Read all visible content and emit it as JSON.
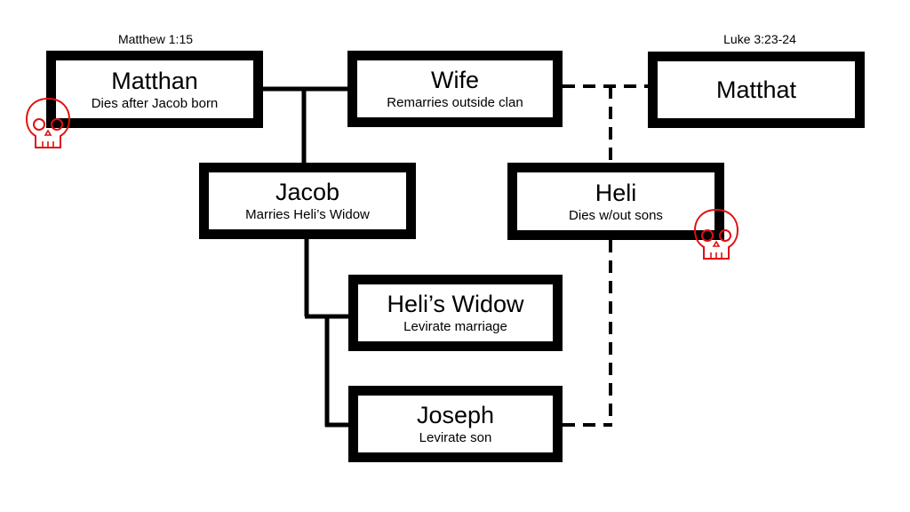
{
  "references": {
    "matthew": "Matthew 1:15",
    "luke": "Luke 3:23-24"
  },
  "people": {
    "matthan": {
      "name": "Matthan",
      "note": "Dies after Jacob born"
    },
    "wife": {
      "name": "Wife",
      "note": "Remarries outside clan"
    },
    "matthat": {
      "name": "Matthat"
    },
    "jacob": {
      "name": "Jacob",
      "note": "Marries Heli’s Widow"
    },
    "heli": {
      "name": "Heli",
      "note": "Dies w/out sons"
    },
    "helis_widow": {
      "name": "Heli’s Widow",
      "note": "Levirate marriage"
    },
    "joseph": {
      "name": "Joseph",
      "note": "Levirate son"
    }
  },
  "colors": {
    "line": "#000000",
    "death_marker": "#e01010"
  },
  "icons": {
    "death_marker": "skull-icon"
  }
}
